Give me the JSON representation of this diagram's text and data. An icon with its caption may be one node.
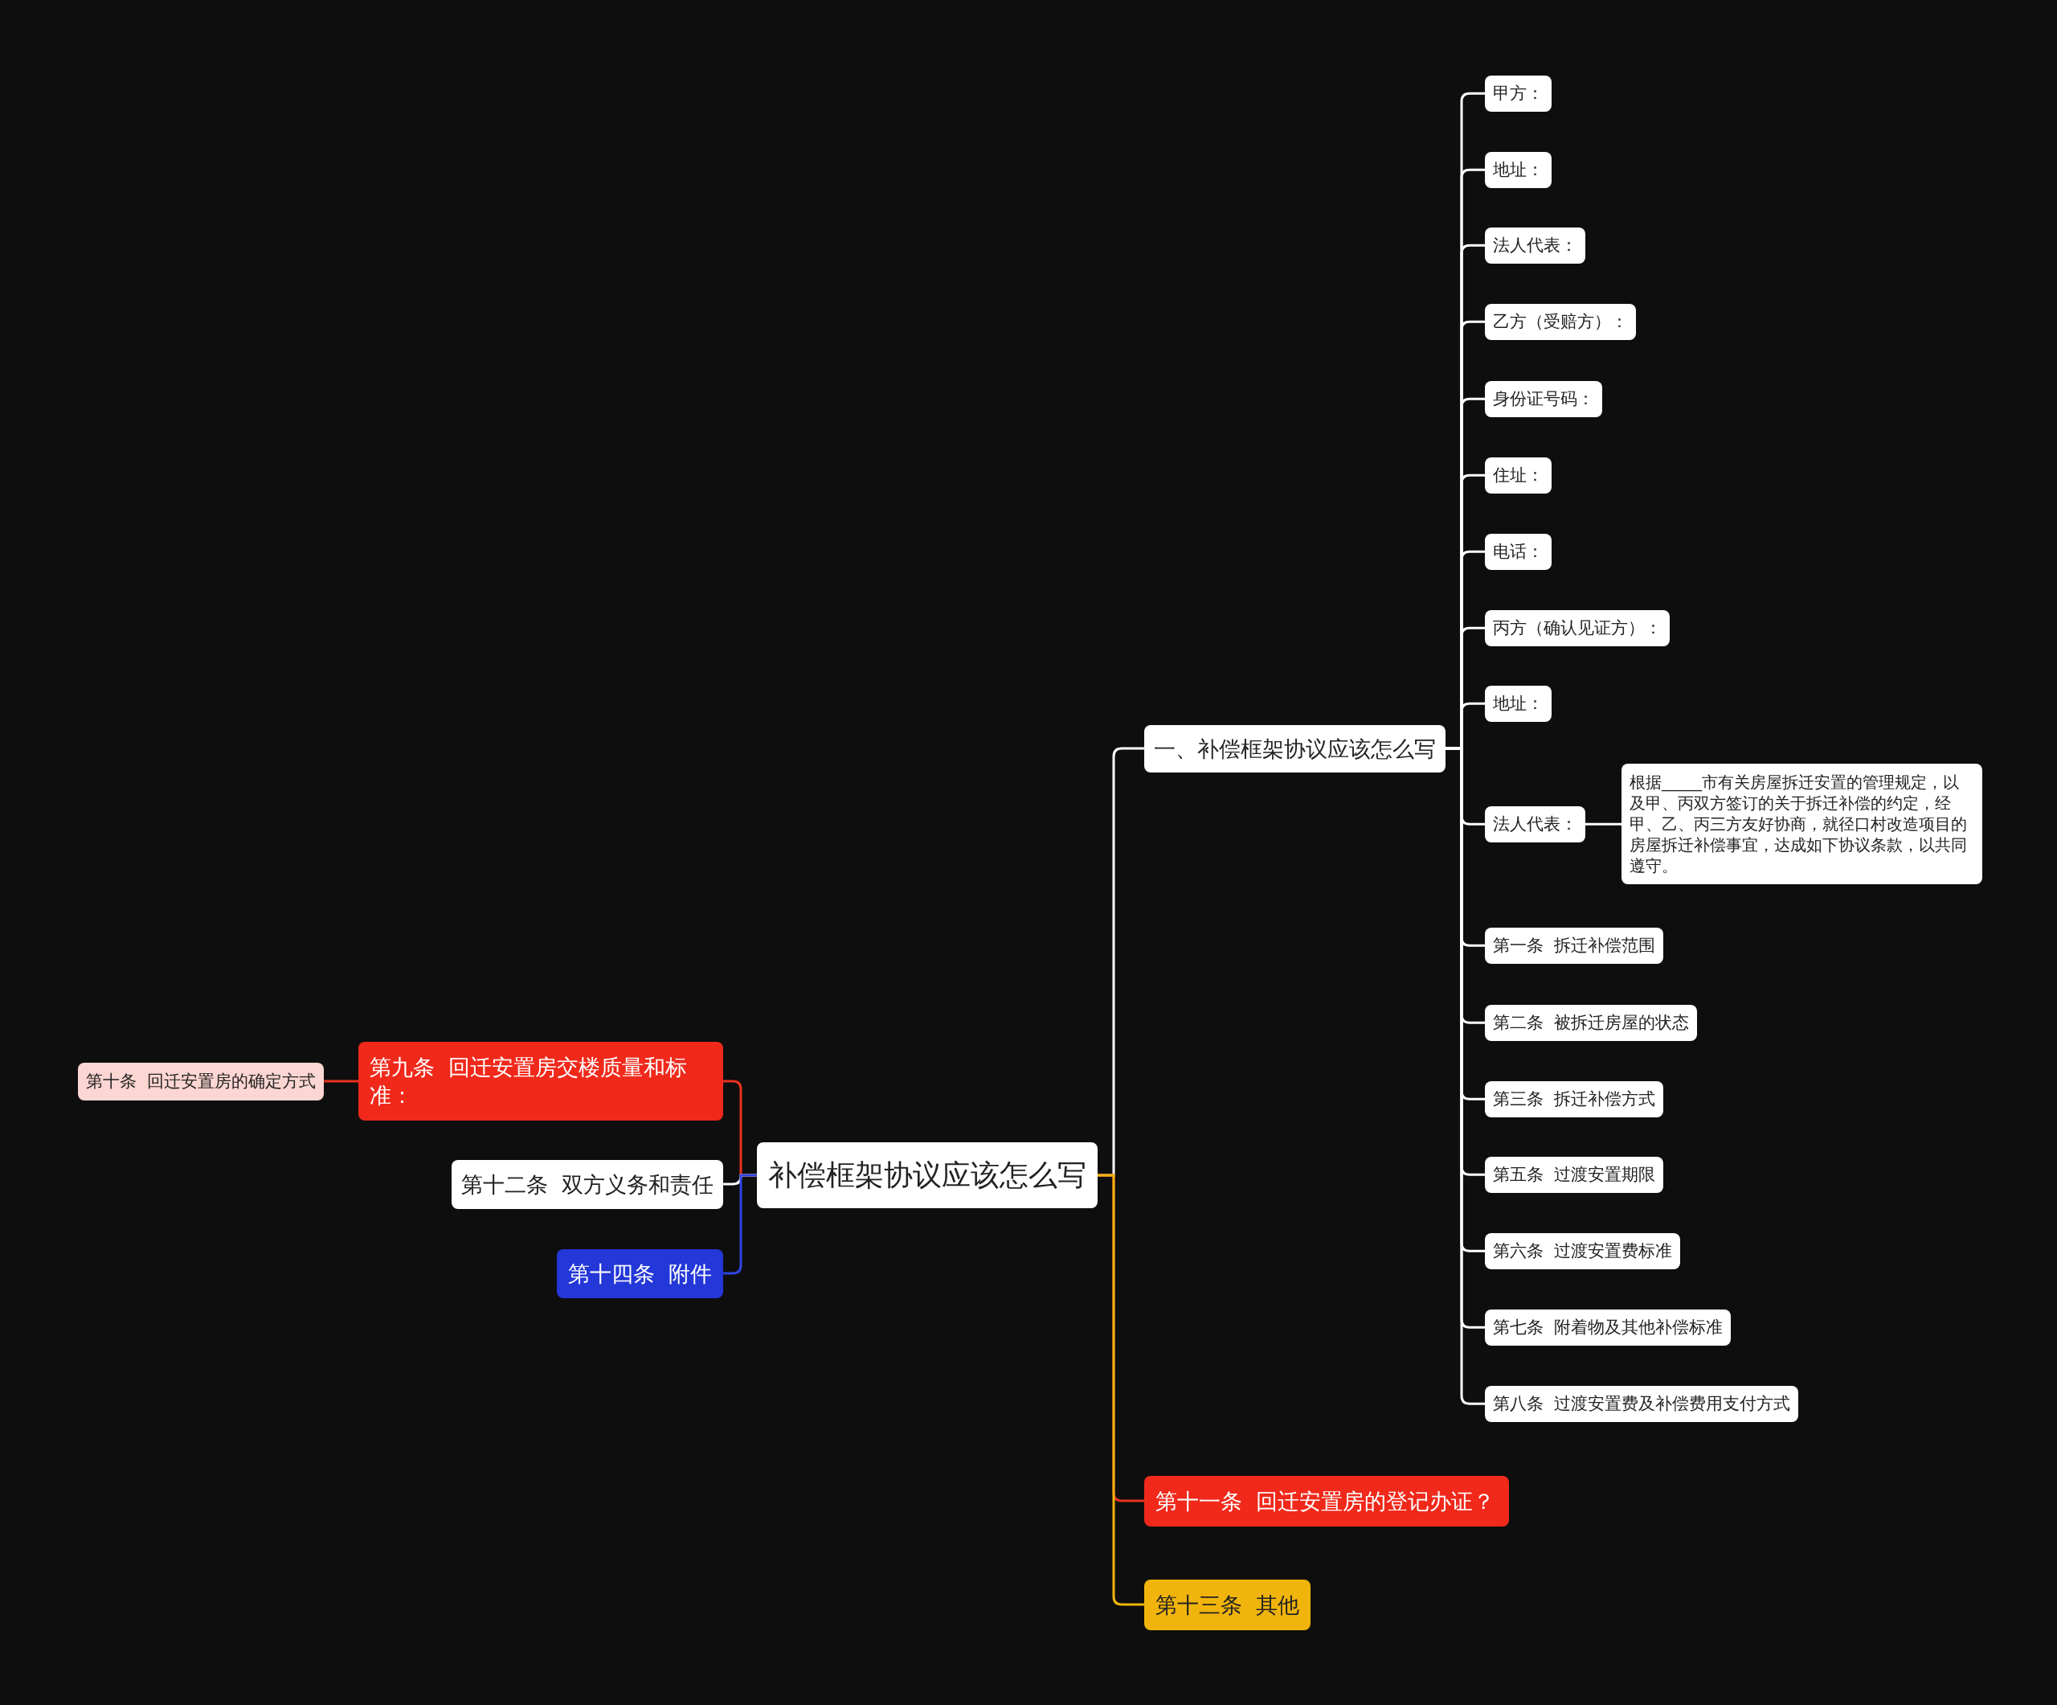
{
  "diagram": {
    "nodes": [
      {
        "text": [
          "补偿框架协议应该怎么写"
        ]
      },
      {
        "text": [
          "一、补偿框架协议应该怎么写"
        ]
      },
      {
        "text": [
          "甲方："
        ]
      },
      {
        "text": [
          "地址："
        ]
      },
      {
        "text": [
          "法人代表："
        ]
      },
      {
        "text": [
          "乙方（受赔方）："
        ]
      },
      {
        "text": [
          "身份证号码："
        ]
      },
      {
        "text": [
          "住址："
        ]
      },
      {
        "text": [
          "电话："
        ]
      },
      {
        "text": [
          "丙方（确认见证方）："
        ]
      },
      {
        "text": [
          "地址："
        ]
      },
      {
        "text": [
          "法人代表："
        ]
      },
      {
        "text": [
          "根据_____市有关房屋拆迁安置的管理规定，以及甲、丙双方签订的关于拆迁补偿的约定，经甲、乙、丙三方友好协商，就径口村改造项目的房屋拆迁补偿事宜，达成如下协议条款，以共同遵守。"
        ]
      },
      {
        "text": [
          "第一条  拆迁补偿范围"
        ]
      },
      {
        "text": [
          "第二条  被拆迁房屋的状态"
        ]
      },
      {
        "text": [
          "第三条  拆迁补偿方式"
        ]
      },
      {
        "text": [
          "第五条  过渡安置期限"
        ]
      },
      {
        "text": [
          "第六条  过渡安置费标准"
        ]
      },
      {
        "text": [
          "第七条  附着物及其他补偿标准"
        ]
      },
      {
        "text": [
          "第八条  过渡安置费及补偿费用支付方式"
        ]
      },
      {
        "text": [
          "第十一条  回迁安置房的登记办证？"
        ]
      },
      {
        "text": [
          "第十三条  其他"
        ]
      },
      {
        "text": [
          "第九条  回迁安置房交楼质量和标准："
        ]
      },
      {
        "text": [
          "第十条  回迁安置房的确定方式"
        ]
      },
      {
        "text": [
          "第十二条  双方义务和责任"
        ]
      },
      {
        "text": [
          "第十四条  附件"
        ]
      }
    ],
    "edges": [
      {
        "from": 0,
        "to": 1,
        "arrow": "none"
      },
      {
        "from": 1,
        "to": 2,
        "arrow": "none"
      },
      {
        "from": 1,
        "to": 3,
        "arrow": "none"
      },
      {
        "from": 1,
        "to": 4,
        "arrow": "none"
      },
      {
        "from": 1,
        "to": 5,
        "arrow": "none"
      },
      {
        "from": 1,
        "to": 6,
        "arrow": "none"
      },
      {
        "from": 1,
        "to": 7,
        "arrow": "none"
      },
      {
        "from": 1,
        "to": 8,
        "arrow": "none"
      },
      {
        "from": 1,
        "to": 9,
        "arrow": "none"
      },
      {
        "from": 1,
        "to": 10,
        "arrow": "none"
      },
      {
        "from": 1,
        "to": 11,
        "arrow": "none"
      },
      {
        "from": 11,
        "to": 12,
        "arrow": "none"
      },
      {
        "from": 1,
        "to": 13,
        "arrow": "none"
      },
      {
        "from": 1,
        "to": 14,
        "arrow": "none"
      },
      {
        "from": 1,
        "to": 15,
        "arrow": "none"
      },
      {
        "from": 1,
        "to": 16,
        "arrow": "none"
      },
      {
        "from": 1,
        "to": 17,
        "arrow": "none"
      },
      {
        "from": 1,
        "to": 18,
        "arrow": "none"
      },
      {
        "from": 1,
        "to": 19,
        "arrow": "none"
      },
      {
        "from": 0,
        "to": 20,
        "arrow": "none",
        "color": "#e8321e"
      },
      {
        "from": 0,
        "to": 21,
        "arrow": "none",
        "color": "#f0b40c"
      },
      {
        "from": 0,
        "to": 22,
        "arrow": "none",
        "color": "#e8321e"
      },
      {
        "from": 22,
        "to": 23,
        "arrow": "none",
        "color": "#e8321e"
      },
      {
        "from": 0,
        "to": 24,
        "arrow": "none"
      },
      {
        "from": 0,
        "to": 25,
        "arrow": "none",
        "color": "#2f45e0"
      }
    ]
  }
}
